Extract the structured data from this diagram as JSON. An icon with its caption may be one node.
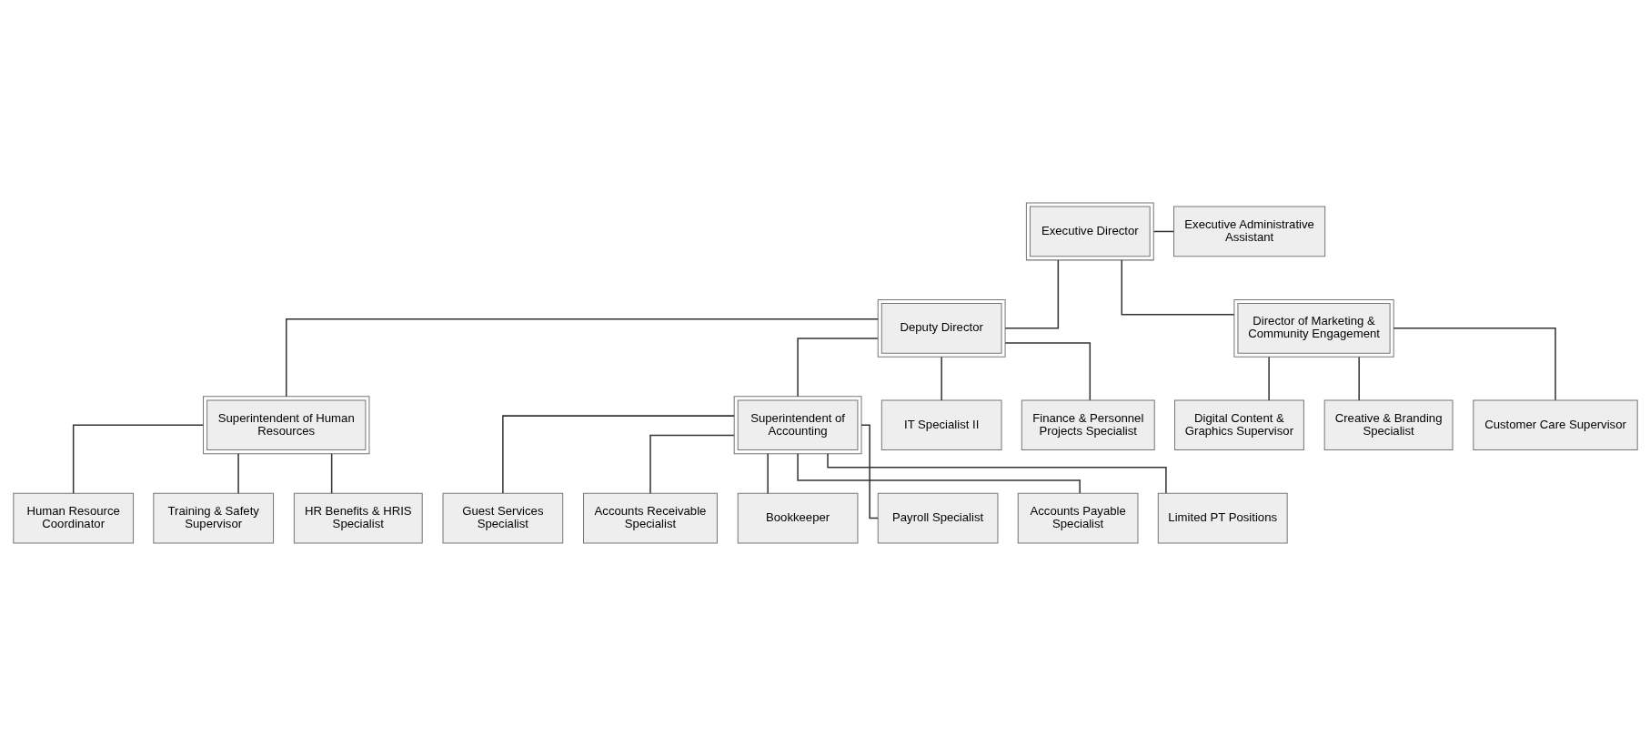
{
  "diagram": {
    "nodes": [
      {
        "text": [
          "Executive Director"
        ]
      },
      {
        "text": [
          "Executive Administrative Assistant"
        ]
      },
      {
        "text": [
          "Deputy Director"
        ]
      },
      {
        "text": [
          "Director of Marketing & Community Engagement"
        ]
      },
      {
        "text": [
          "Superintendent of Human Resources"
        ]
      },
      {
        "text": [
          "Superintendent of Accounting"
        ]
      },
      {
        "text": [
          "Human Resource Coordinator"
        ]
      },
      {
        "text": [
          "Training & Safety Supervisor"
        ]
      },
      {
        "text": [
          "HR Benefits & HRIS Specialist"
        ]
      },
      {
        "text": [
          "IT Specialist II"
        ]
      },
      {
        "text": [
          "Finance & Personnel Projects Specialist"
        ]
      },
      {
        "text": [
          "Guest Services Specialist"
        ]
      },
      {
        "text": [
          "Accounts Receivable Specialist"
        ]
      },
      {
        "text": [
          "Bookkeeper"
        ]
      },
      {
        "text": [
          "Payroll Specialist"
        ]
      },
      {
        "text": [
          "Accounts Payable Specialist"
        ]
      },
      {
        "text": [
          "Limited PT Positions"
        ]
      },
      {
        "text": [
          "Digital Content & Graphics Supervisor"
        ]
      },
      {
        "text": [
          "Creative & Branding Specialist"
        ]
      },
      {
        "text": [
          "Customer Care Supervisor"
        ]
      }
    ],
    "edges": [
      {
        "from": 0,
        "to": 1,
        "arrow": "none"
      },
      {
        "from": 0,
        "to": 2,
        "arrow": "none"
      },
      {
        "from": 0,
        "to": 3,
        "arrow": "none"
      },
      {
        "from": 2,
        "to": 4,
        "arrow": "none"
      },
      {
        "from": 2,
        "to": 5,
        "arrow": "none"
      },
      {
        "from": 2,
        "to": 9,
        "arrow": "none"
      },
      {
        "from": 2,
        "to": 10,
        "arrow": "none"
      },
      {
        "from": 4,
        "to": 6,
        "arrow": "none"
      },
      {
        "from": 4,
        "to": 7,
        "arrow": "none"
      },
      {
        "from": 4,
        "to": 8,
        "arrow": "none"
      },
      {
        "from": 5,
        "to": 11,
        "arrow": "none"
      },
      {
        "from": 5,
        "to": 12,
        "arrow": "none"
      },
      {
        "from": 5,
        "to": 13,
        "arrow": "none"
      },
      {
        "from": 5,
        "to": 14,
        "arrow": "none"
      },
      {
        "from": 5,
        "to": 15,
        "arrow": "none"
      },
      {
        "from": 5,
        "to": 16,
        "arrow": "none"
      },
      {
        "from": 3,
        "to": 17,
        "arrow": "none"
      },
      {
        "from": 3,
        "to": 18,
        "arrow": "none"
      },
      {
        "from": 3,
        "to": 19,
        "arrow": "none"
      }
    ]
  }
}
